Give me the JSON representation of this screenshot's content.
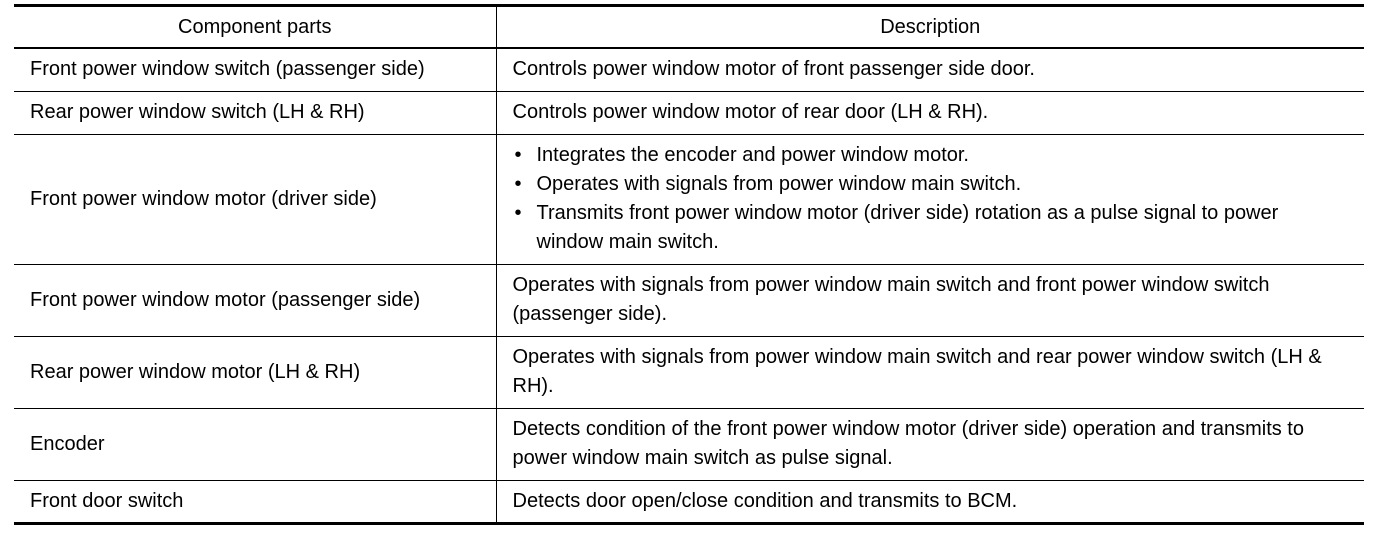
{
  "table": {
    "headers": [
      "Component parts",
      "Description"
    ],
    "rows": [
      {
        "component": "Front power window switch (passenger side)",
        "description": "Controls power window motor of front passenger side door."
      },
      {
        "component": "Rear power window switch (LH & RH)",
        "description": "Controls power window motor of rear door (LH & RH)."
      },
      {
        "component": "Front power window motor (driver side)",
        "bullets": [
          "Integrates the encoder and power window motor.",
          "Operates with signals from power window main switch.",
          "Transmits front power window motor (driver side) rotation as a pulse signal to power window main switch."
        ]
      },
      {
        "component": "Front power window motor (passenger side)",
        "description": "Operates with signals from power window main switch and front power window switch (passenger side)."
      },
      {
        "component": "Rear power window motor (LH & RH)",
        "description": "Operates with signals from power window main switch and rear power window switch (LH & RH)."
      },
      {
        "component": "Encoder",
        "description": "Detects condition of the front power window motor (driver side) operation and transmits to power window main switch as pulse signal."
      },
      {
        "component": "Front door switch",
        "description": "Detects door open/close condition and transmits to BCM."
      }
    ]
  }
}
